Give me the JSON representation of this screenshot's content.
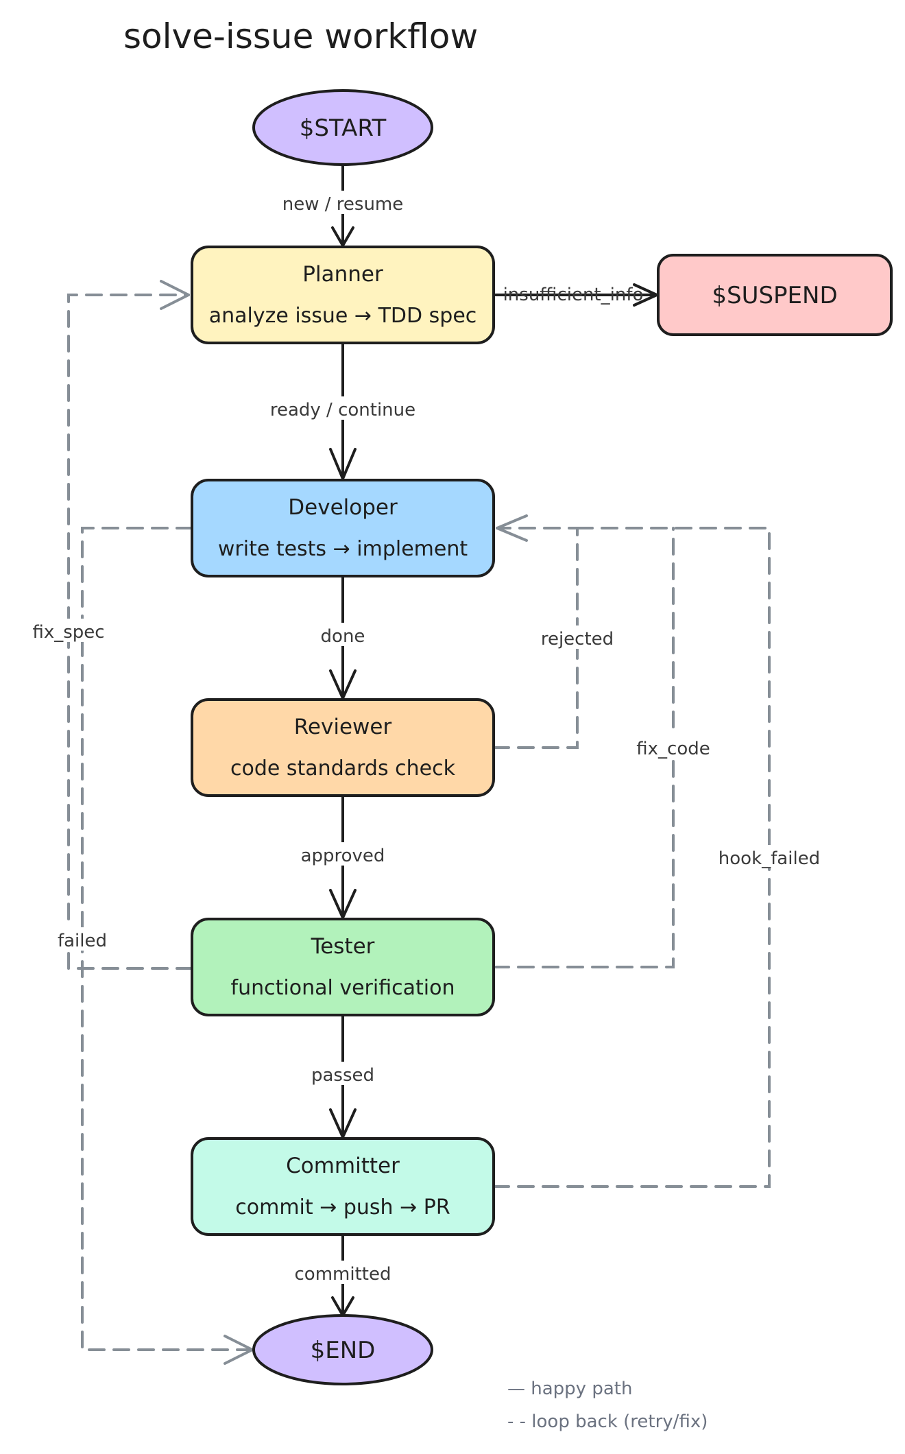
{
  "title": "solve-issue workflow",
  "colors": {
    "terminal": "#d0bfff",
    "planner": "#fff3bf",
    "suspend": "#ffc9c9",
    "developer": "#a5d8ff",
    "reviewer": "#ffd8a8",
    "tester": "#b2f2bb",
    "committer": "#c3fae8",
    "stroke": "#1e1e1e",
    "dashed": "#868e96"
  },
  "nodes": {
    "start": {
      "label": "$START"
    },
    "planner": {
      "title": "Planner",
      "subtitle": "analyze issue → TDD spec"
    },
    "suspend": {
      "label": "$SUSPEND"
    },
    "developer": {
      "title": "Developer",
      "subtitle": "write tests → implement"
    },
    "reviewer": {
      "title": "Reviewer",
      "subtitle": "code standards check"
    },
    "tester": {
      "title": "Tester",
      "subtitle": "functional verification"
    },
    "committer": {
      "title": "Committer",
      "subtitle": "commit → push → PR"
    },
    "end": {
      "label": "$END"
    }
  },
  "edges": {
    "new_resume": "new / resume",
    "insufficient_info": "insufficient_info",
    "ready_continue": "ready / continue",
    "done": "done",
    "approved": "approved",
    "passed": "passed",
    "committed": "committed",
    "fix_spec": "fix_spec",
    "failed": "failed",
    "rejected": "rejected",
    "fix_code": "fix_code",
    "hook_failed": "hook_failed"
  },
  "legend": {
    "solid": "— happy path",
    "dashed": "- - loop back (retry/fix)"
  }
}
